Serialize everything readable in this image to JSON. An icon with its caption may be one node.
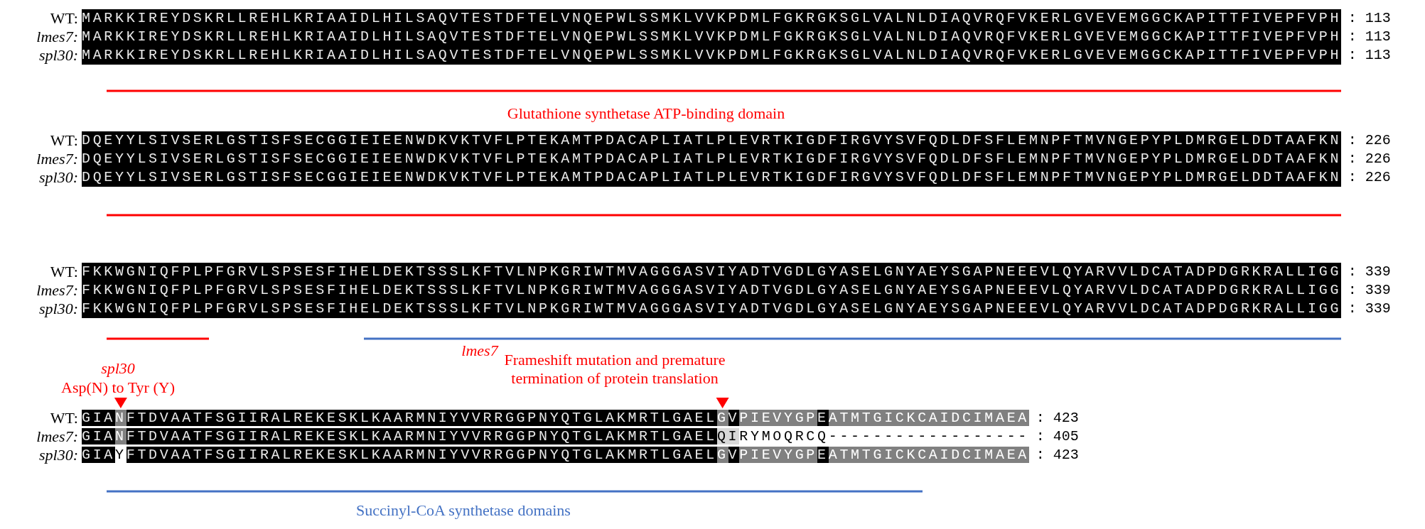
{
  "diagram": {
    "labels": [
      "WT:",
      "MARKKIREYDSKRLLREHLKRIAAIDLHILSAQVTESTDFTELVNQEPWLSSMKLVVKPDMLFGKRGKSGLVALNLDIAQVRQFVKERLGVEVEMGGCKAPITTFIVEPFVPH",
      ": 113",
      "lmes7:",
      "MARKKIREYDSKRLLREHLKRIAAIDLHILSAQVTESTDFTELVNQEPWLSSMKLVVKPDMLFGKRGKSGLVALNLDIAQVRQFVKERLGVEVEMGGCKAPITTFIVEPFVPH",
      ": 113",
      "spl30:",
      "MARKKIREYDSKRLLREHLKRIAAIDLHILSAQVTESTDFTELVNQEPWLSSMKLVVKPDMLFGKRGKSGLVALNLDIAQVRQFVKERLGVEVEMGGCKAPITTFIVEPFVPH",
      ": 113",
      "Glutathione synthetase ATP-binding domain",
      "WT:",
      "DQEYYLSIVSERLGSTISFSECGGIEIEENWDKVKTVFLPTEKAMTPDACAPLIATLPLEVRTKIGDFIRGVYSVFQDLDFSFLEMNPFTMVNGEPYPLDMRGELDDTAAFKN",
      ": 226",
      "lmes7:",
      "DQEYYLSIVSERLGSTISFSECGGIEIEENWDKVKTVFLPTEKAMTPDACAPLIATLPLEVRTKIGDFIRGVYSVFQDLDFSFLEMNPFTMVNGEPYPLDMRGELDDTAAFKN",
      ": 226",
      "spl30:",
      "DQEYYLSIVSERLGSTISFSECGGIEIEENWDKVKTVFLPTEKAMTPDACAPLIATLPLEVRTKIGDFIRGVYSVFQDLDFSFLEMNPFTMVNGEPYPLDMRGELDDTAAFKN",
      ": 226",
      "WT:",
      "FKKWGNIQFPLPFGRVLSPSESFIHELDEKTSSSLKFTVLNPKGRIWTMVAGGGASVIYADTVGDLGYASELGNYAEYSGAPNEEEVLQYARVVLDCATADPDGRKRALLIGG",
      ": 339",
      "lmes7:",
      "FKKWGNIQFPLPFGRVLSPSESFIHELDEKTSSSLKFTVLNPKGRIWTMVAGGGASVIYADTVGDLGYASELGNYAEYSGAPNEEEVLQYARVVLDCATADPDGRKRALLIGG",
      ": 339",
      "spl30:",
      "FKKWGNIQFPLPFGRVLSPSESFIHELDEKTSSSLKFTVLNPKGRIWTMVAGGGASVIYADTVGDLGYASELGNYAEYSGAPNEEEVLQYARVVLDCATADPDGRKRALLIGG",
      ": 339",
      "lmes7",
      "spl30",
      "Frameshift mutation and premature termination of protein translation",
      "Asp(N) to Tyr (Y)",
      "WT:",
      "GIANFTDVAATFSGIIRALREKESKLKAARMNIYVVRRGGPNYQTGLAKMRTLGAELGVPIEVYGPEATMTGICKCAIDCIMAEA",
      ": 423",
      "lmes7:",
      "GIANFTDVAATFSGIIRALREKESKLKAARMNIYVVRRGGPNYQTGLAKMRTLGAELQIRYMOQRCQ------------------",
      ": 405",
      "spl30:",
      "GIAYFTDVAATFSGIIRALREKESKLKAARMNIYVVRRGGPNYQTGLAKMRTLGAELGVPIEVYGPEATMTGICKCAIDCIMAEA",
      ": 423",
      "Succinyl-CoA synthetase domains"
    ]
  }
}
